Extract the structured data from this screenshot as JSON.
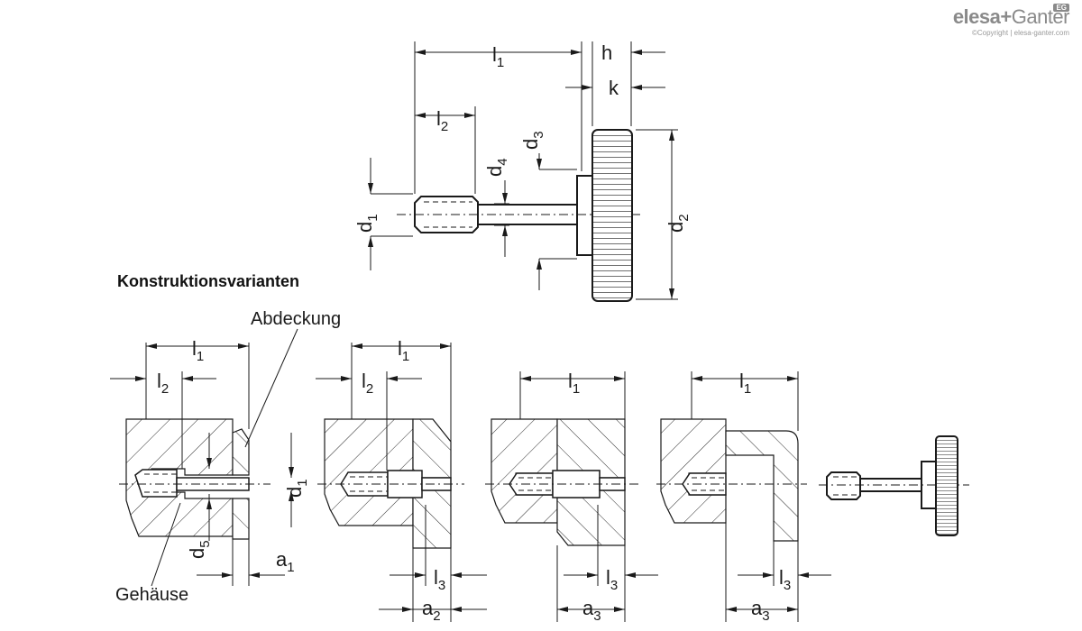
{
  "logo": {
    "brand_left": "elesa",
    "brand_plus": "+",
    "brand_right": "Ganter",
    "badge": "EG",
    "copyright": "©Copyright | elesa-ganter.com"
  },
  "heading": "Konstruktionsvarianten",
  "callouts": {
    "cover": "Abdeckung",
    "housing": "Gehäuse"
  },
  "dimensions": {
    "l1": "l",
    "l1_sub": "1",
    "l2": "l",
    "l2_sub": "2",
    "l3": "l",
    "l3_sub": "3",
    "h": "h",
    "k": "k",
    "d1": "d",
    "d1_sub": "1",
    "d2": "d",
    "d2_sub": "2",
    "d3": "d",
    "d3_sub": "3",
    "d4": "d",
    "d4_sub": "4",
    "d5": "d",
    "d5_sub": "5",
    "a1": "a",
    "a1_sub": "1",
    "a2": "a",
    "a2_sub": "2",
    "a3": "a",
    "a3_sub": "3"
  }
}
